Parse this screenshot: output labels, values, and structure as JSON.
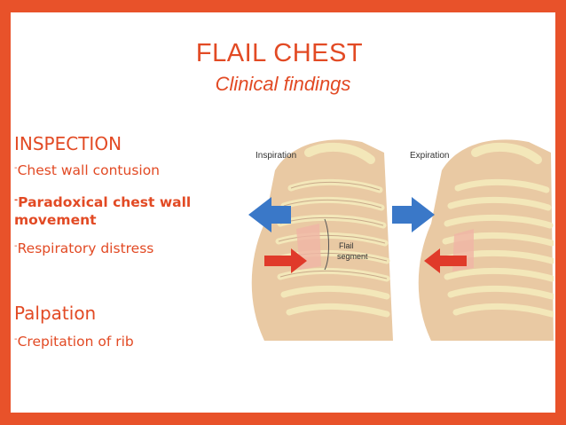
{
  "slide": {
    "title": "FLAIL CHEST",
    "subtitle": "Clinical findings"
  },
  "inspection": {
    "heading": "INSPECTION",
    "items": [
      "Chest wall contusion",
      "Paradoxical chest wall movement",
      "Respiratory distress"
    ]
  },
  "palpation": {
    "heading": "Palpation",
    "items": [
      "Crepitation of rib"
    ]
  },
  "figure": {
    "label_left": "Inspiration",
    "label_right": "Expiration",
    "flail_label_line1": "Flail",
    "flail_label_line2": "segment"
  },
  "colors": {
    "accent": "#e24a24",
    "border": "#e8522a",
    "skin": "#e9c9a3",
    "bone": "#f3e7b9",
    "arrow_blue": "#3a78c8",
    "arrow_red": "#e03a2a"
  }
}
